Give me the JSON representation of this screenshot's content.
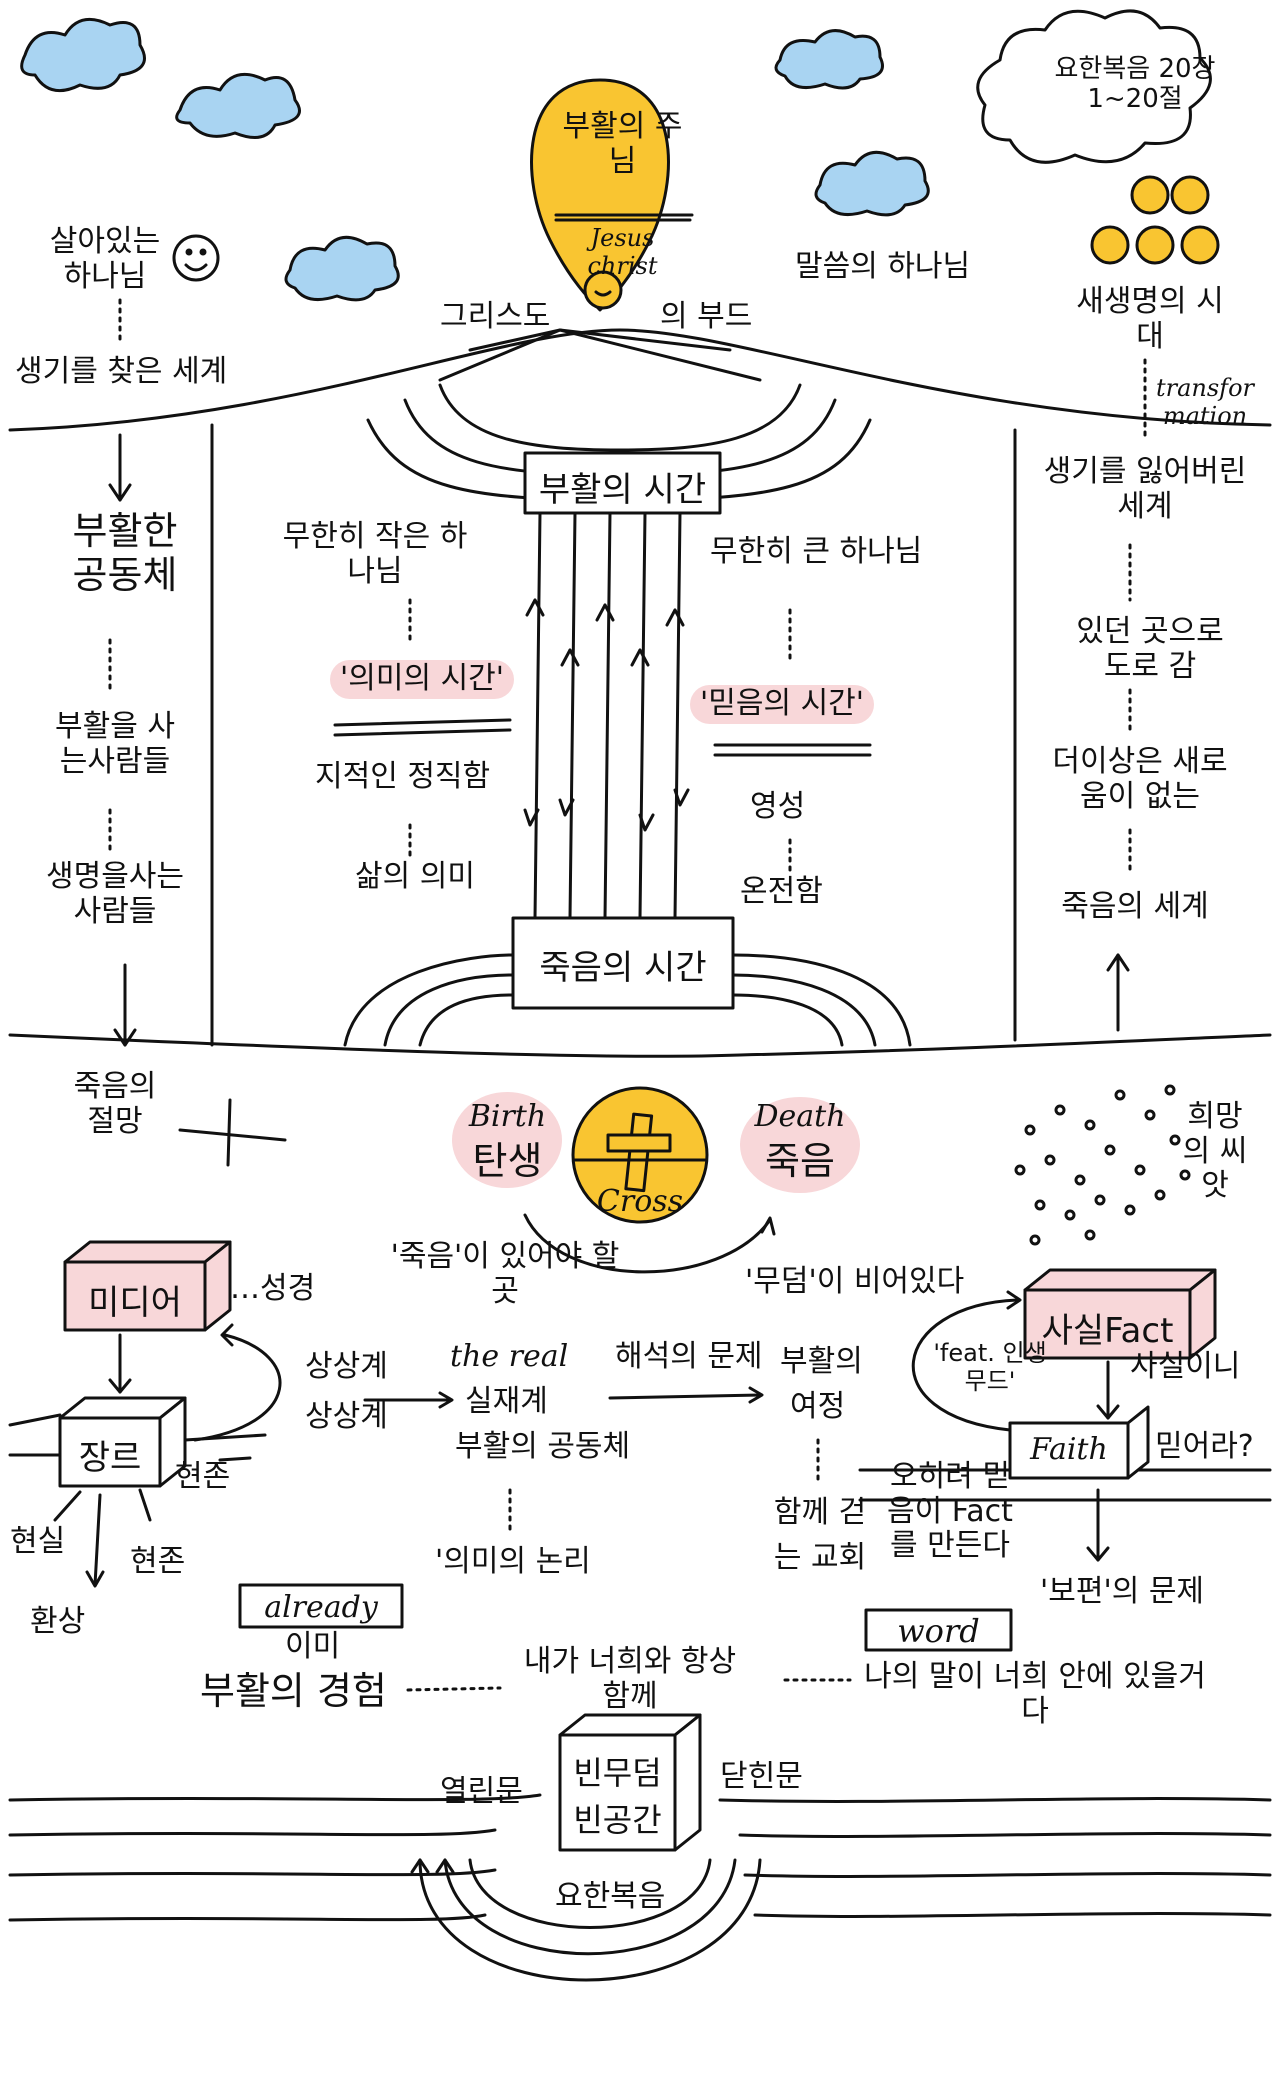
{
  "title": "요한복음 20장 1~20절",
  "balloon": {
    "top": "부활의 주님",
    "middle": "Jesus christ",
    "left_caption": "그리스도",
    "right_caption": "의 부드"
  },
  "top_left": {
    "line1": "살아있는 하나님",
    "line2": "생기를 찾은 세계"
  },
  "top_center_right": "말씀의 하나님",
  "top_right": {
    "heads_caption": "새생명의 시대",
    "transformation": "transfor mation"
  },
  "left_column": {
    "item1": "부활한 공동체",
    "item2": "부활을 사는사람들",
    "item3": "생명을사는 사람들",
    "bottom": "죽음의 절망"
  },
  "right_column": {
    "item1": "생기를 잃어버린 세계",
    "item2": "있던 곳으로 도로 감",
    "item3": "더이상은 새로움이 없는",
    "item4": "죽음의 세계",
    "bottom": "희망의 씨앗"
  },
  "center": {
    "resurrection_time": "부활의 시간",
    "death_time": "죽음의 시간",
    "left_heading": "무한히 작은 하나님",
    "meaning_time": "'의미의 시간'",
    "intellectual": "지적인 정직함",
    "meaning_of_life": "삶의 의미",
    "right_heading": "무한히 큰 하나님",
    "faith_time": "'믿음의 시간'",
    "spirituality": "영성",
    "wholeness": "온전함"
  },
  "middle_band": {
    "birth_en": "Birth",
    "birth_ko": "탄생",
    "cross": "Cross",
    "death_en": "Death",
    "death_ko": "죽음"
  },
  "lower_left": {
    "media": "미디어",
    "bible": "…성경",
    "imagination": "상상계",
    "imagination2": "상상계",
    "genre": "장르",
    "present": "현존",
    "reality": "현실",
    "present2": "현존",
    "image": "환상"
  },
  "lower_center": {
    "death_place": "'죽음'이 있어야 할 곳",
    "the_real": "the real",
    "real_world": "실재계",
    "resurrection_community": "부활의 공동체",
    "interpretation": "해석의 문제",
    "logic_of_meaning": "'의미의 논리",
    "already_en": "already",
    "already_ko": "이미",
    "experience": "부활의 경험",
    "always": "내가 너희와 항상 함께",
    "empty_tomb1": "빈무덤",
    "empty_tomb2": "빈공간",
    "open_door": "열린문",
    "closed_door": "닫힌문",
    "gospel": "요한복음"
  },
  "lower_right": {
    "tomb_empty": "'무덤'이 비어있다",
    "journey1": "부활의",
    "journey2": "여정",
    "together": "함께 걷는 교회",
    "fact": "사실Fact",
    "fact_is": "사실이니",
    "feat": "'feat. 인생무드'",
    "faith": "Faith",
    "believe": "믿어라?",
    "rather": "오히려 믿음이 Fact를 만든다",
    "universal": "'보편'의 문제",
    "word": "word",
    "my_word": "나의 말이 너희 안에 있을거다"
  },
  "colors": {
    "yellow": "#f9c531",
    "pink": "#f8d7d9",
    "sky_blue": "#a9d4f2",
    "ink": "#111111"
  }
}
